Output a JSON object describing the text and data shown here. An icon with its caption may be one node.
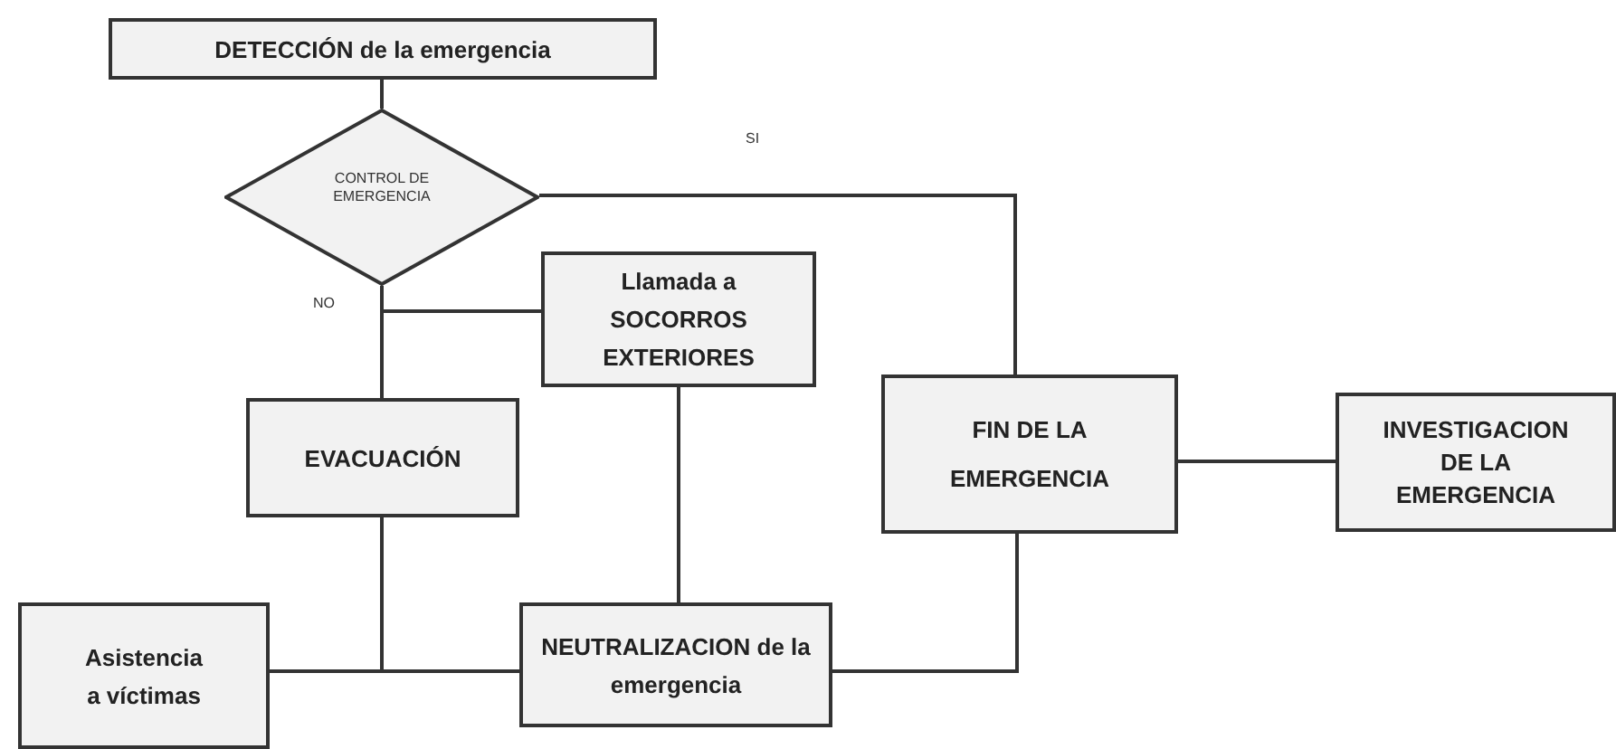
{
  "diagram": {
    "nodes": [
      {
        "text": [
          "DETECCIÓN de la emergencia"
        ]
      },
      {
        "text": [
          "CONTROL DE EMERGENCIA"
        ]
      },
      {
        "text": [
          "Llamada a SOCORROS EXTERIORES"
        ]
      },
      {
        "text": [
          "EVACUACIÓN"
        ]
      },
      {
        "text": [
          "Asistencia a víctimas"
        ]
      },
      {
        "text": [
          "NEUTRALIZACION de la emergencia"
        ]
      },
      {
        "text": [
          "FIN DE LA EMERGENCIA"
        ]
      },
      {
        "text": [
          "INVESTIGACION DE LA EMERGENCIA"
        ]
      }
    ],
    "edges": [
      {
        "from": 0,
        "to": 1,
        "arrow": "none"
      },
      {
        "from": 1,
        "to": 6,
        "arrow": "none",
        "label": "SI"
      },
      {
        "from": 1,
        "to": 3,
        "arrow": "none",
        "label": "NO"
      },
      {
        "from": 1,
        "to": 2,
        "arrow": "none"
      },
      {
        "from": 3,
        "to": 4,
        "arrow": "none"
      },
      {
        "from": 3,
        "to": 5,
        "arrow": "none"
      },
      {
        "from": 2,
        "to": 5,
        "arrow": "none"
      },
      {
        "from": 5,
        "to": 6,
        "arrow": "none"
      },
      {
        "from": 6,
        "to": 7,
        "arrow": "none"
      }
    ]
  }
}
